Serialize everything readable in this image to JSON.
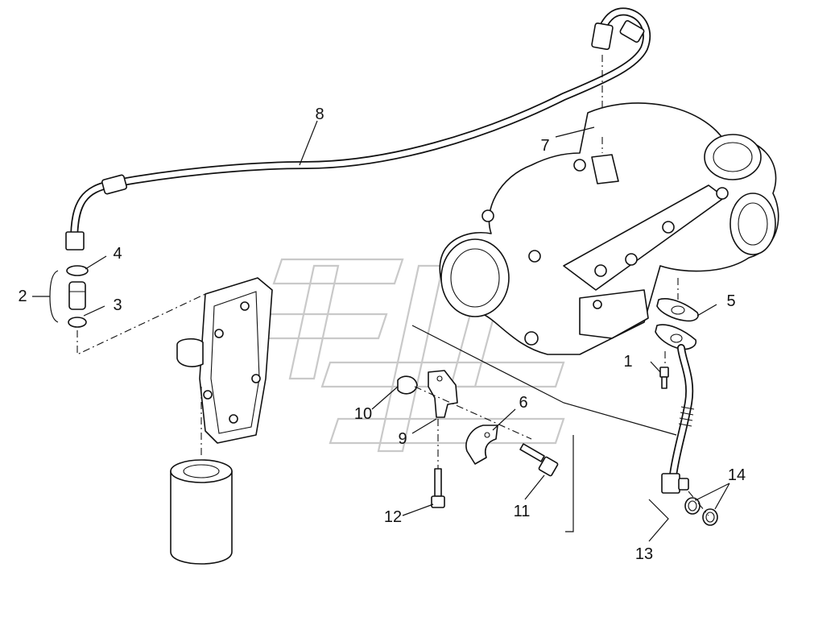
{
  "callouts": [
    {
      "id": "1",
      "text": "1"
    },
    {
      "id": "2",
      "text": "2"
    },
    {
      "id": "3",
      "text": "3"
    },
    {
      "id": "4",
      "text": "4"
    },
    {
      "id": "5",
      "text": "5"
    },
    {
      "id": "6",
      "text": "6"
    },
    {
      "id": "7",
      "text": "7"
    },
    {
      "id": "8",
      "text": "8"
    },
    {
      "id": "9",
      "text": "9"
    },
    {
      "id": "10",
      "text": "10"
    },
    {
      "id": "11",
      "text": "11"
    },
    {
      "id": "12",
      "text": "12"
    },
    {
      "id": "13",
      "text": "13"
    },
    {
      "id": "14",
      "text": "14"
    }
  ],
  "colors": {
    "line": "#111111",
    "background": "#ffffff",
    "watermark": "#c9c9c9"
  }
}
